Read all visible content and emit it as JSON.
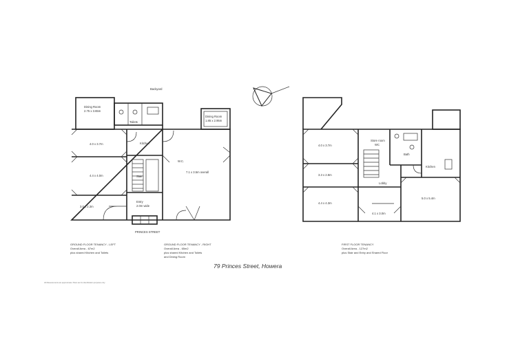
{
  "address": "79 Princes Street, Howera",
  "footer": "All Measurements are approximate. Plans are for identification purposes only.",
  "left_plan": {
    "yard_label": "Backyard",
    "street_label": "PRINCES STREET",
    "rooms": {
      "dining_left": [
        "Dining Room",
        "2.75 x 3.65m"
      ],
      "toilets": "Toilets",
      "dining_right": [
        "Dining Room",
        "1.85 x 2.95m"
      ],
      "room_a": "4.0 x 3.7m",
      "kitchen": "Kitchen",
      "room_b": "4.4 x 4.0m",
      "room_c": "3.0 x 2.3m",
      "entry": [
        "Entry",
        "2.0m wide"
      ],
      "stair": "Stair",
      "wc": "W.C.",
      "big": "7.1 x 3.5m overall"
    },
    "captions": {
      "left": [
        "GROUND FLOOR TENANCY - LEFT",
        "Overall Area - 67m2",
        "plus shared Kitchen and Toilets"
      ],
      "right": [
        "GROUND FLOOR TENANCY - RIGHT",
        "Overall Area - 65m2",
        "plus shared Kitchen and Toilets",
        "and Dining Room"
      ]
    }
  },
  "right_plan": {
    "rooms": {
      "r1": "4.0 x 3.7m",
      "store": [
        "Store room",
        "WC"
      ],
      "r2": "3.3 x 2.8m",
      "kitchen": "Kitchen",
      "lobby": "Lobby",
      "r3": "4.4 x 4.3m",
      "r4": "4.1 x 3.0m",
      "r5": "5.0 x 5.4m",
      "bath": "Bath"
    },
    "caption": [
      "FIRST FLOOR TENANCY",
      "Overall Area - 127m2",
      "plus Stair and Entry and Shared Floor"
    ]
  }
}
